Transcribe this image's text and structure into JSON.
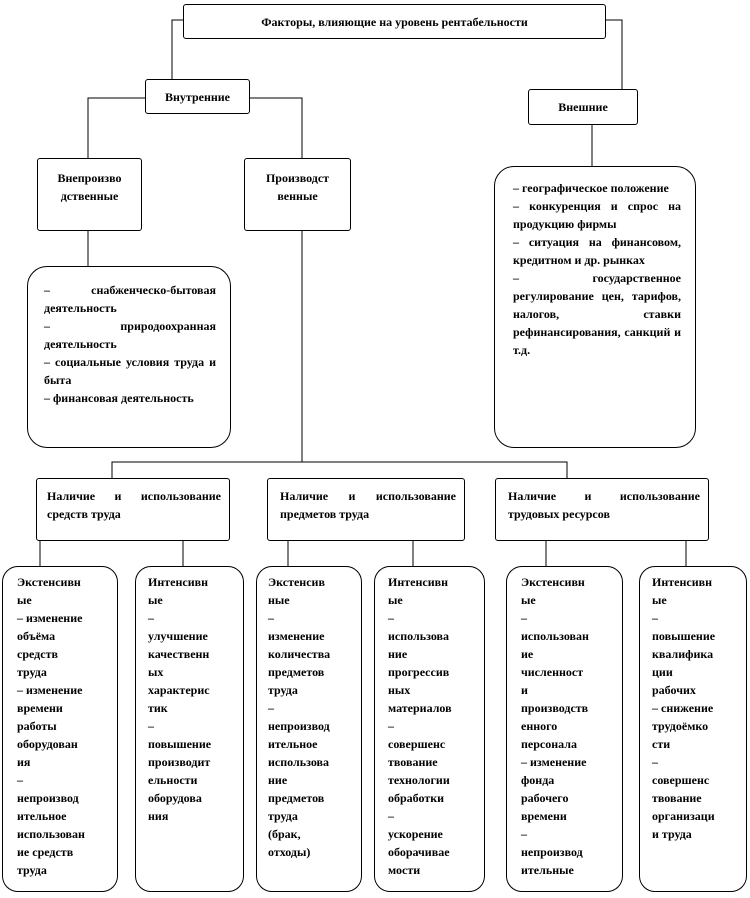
{
  "root": {
    "title": "Факторы, влияющие на уровень рентабельности"
  },
  "internal": {
    "title": "Внутренние"
  },
  "external": {
    "title": "Внешние",
    "details": "– географическое положение\n– конкуренция и спрос на продукцию фирмы\n– ситуация на финансовом, кредитном и др. рынках\n– государственное регулирование цен, тарифов, налогов, ставки рефинансирования, санкций и т.д."
  },
  "non_production": {
    "title": "Внепроизво\nдственные",
    "details": "– снабженческо-бытовая деятельность\n– природоохранная деятельность\n– социальные условия труда и быта\n– финансовая деятельность"
  },
  "production": {
    "title": "Производст\nвенные"
  },
  "groups": [
    {
      "title": "Наличие и использование средств труда",
      "extensive": "Экстенсивн\nые\n– изменение\nобъёма\nсредств\nтруда\n– изменение\nвремени\nработы\nоборудован\nия\n–\nнепроизвод\nительное\nиспользован\nие средств\nтруда",
      "intensive": "Интенсивн\nые\n–\nулучшение\nкачественн\nых\nхарактерис\nтик\n–\nповышение\nпроизводит\nельности\nоборудова\nния"
    },
    {
      "title": "Наличие и использование предметов труда",
      "extensive": "Экстенсив\nные\n–\nизменение\nколичества\nпредметов\nтруда\n–\nнепроизвод\nительное\nиспользова\nние\nпредметов\nтруда\n(брак,\nотходы)",
      "intensive": "Интенсивн\nые\n–\nиспользова\nние\nпрогрессив\nных\nматериалов\n–\nсовершенс\nтвование\nтехнологии\nобработки\n–\nускорение\nоборачивае\nмости"
    },
    {
      "title": "Наличие и использование трудовых ресурсов",
      "extensive": "Экстенсивн\nые\n–\nиспользован\nие\nчисленност\nи\nпроизводств\nенного\nперсонала\n– изменение\nфонда\nрабочего\nвремени\n–\nнепроизвод\nительные",
      "intensive": "Интенсивн\nые\n–\nповышение\nквалифика\nции\nрабочих\n– снижение\nтрудоёмко\nсти\n–\nсовершенс\nтвование\nорганизаци\nи труда"
    }
  ]
}
